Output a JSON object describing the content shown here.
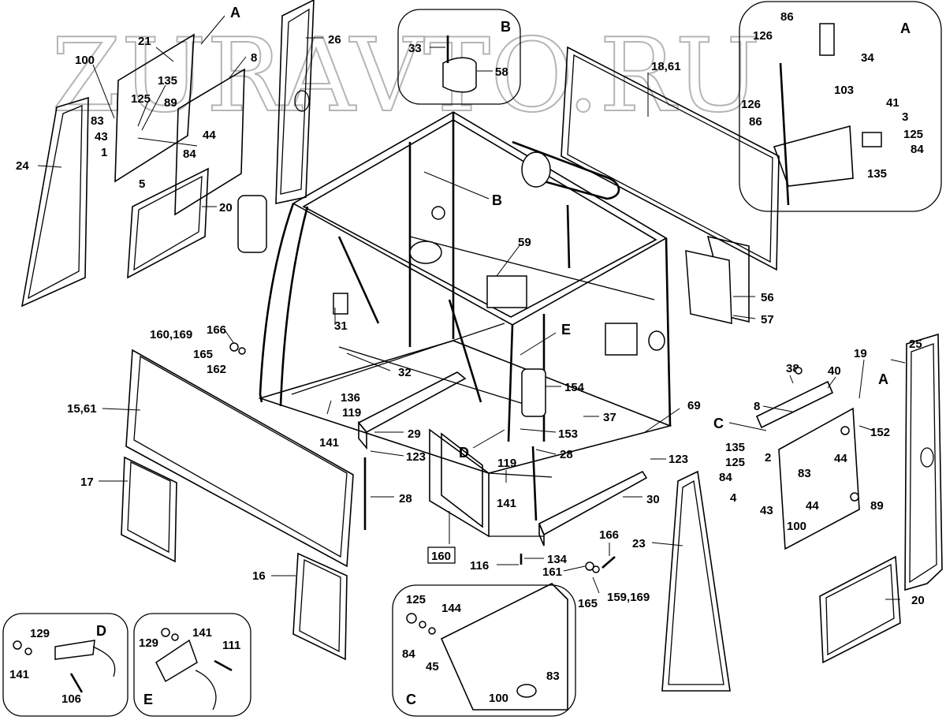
{
  "watermark": "ZURAVTO.RU",
  "insets": {
    "B": "B",
    "A": "A",
    "C": "C",
    "D": "D",
    "E": "E"
  },
  "labels": {
    "l_21": "21",
    "l_A_top": "A",
    "l_100": "100",
    "l_135": "135",
    "l_125": "125",
    "l_89": "89",
    "l_83": "83",
    "l_43": "43",
    "l_1": "1",
    "l_84": "84",
    "l_44": "44",
    "l_5": "5",
    "l_8": "8",
    "l_26": "26",
    "l_24": "24",
    "l_20": "20",
    "l_33": "33",
    "l_58": "58",
    "l_18_61": "18,61",
    "l_B_ref": "B",
    "l_A86a": "86",
    "l_A126a": "126",
    "l_A34": "34",
    "l_A103": "103",
    "l_A126b": "126",
    "l_A86b": "86",
    "l_A41": "41",
    "l_A3": "3",
    "l_A125": "125",
    "l_A84": "84",
    "l_A135": "135",
    "l_59": "59",
    "l_56": "56",
    "l_57": "57",
    "l_31": "31",
    "l_E_ref": "E",
    "l_160_169": "160,169",
    "l_166": "166",
    "l_165": "165",
    "l_162": "162",
    "l_32": "32",
    "l_154": "154",
    "l_37": "37",
    "l_69": "69",
    "l_15_61": "15,61",
    "l_136": "136",
    "l_119a": "119",
    "l_141a": "141",
    "l_29": "29",
    "l_123a": "123",
    "l_153": "153",
    "l_D_ref": "D",
    "l_28a": "28",
    "l_119b": "119",
    "l_141b": "141",
    "l_123b": "123",
    "l_30": "30",
    "l_28b": "28",
    "l_17": "17",
    "l_160": "160",
    "l_134": "134",
    "l_116": "116",
    "l_166b": "166",
    "l_161": "161",
    "l_165b": "165",
    "l_159_169": "159,169",
    "l_16": "16",
    "l_23": "23",
    "l_38": "38",
    "l_40": "40",
    "l_19": "19",
    "l_A_right": "A",
    "l_8b": "8",
    "l_C_ref": "C",
    "l_152": "152",
    "l_135b": "135",
    "l_2": "2",
    "l_125b": "125",
    "l_84b": "84",
    "l_83b": "83",
    "l_4": "4",
    "l_43b": "43",
    "l_44b": "44",
    "l_44c": "44",
    "l_100b": "100",
    "l_89b": "89",
    "l_25": "25",
    "l_20b": "20",
    "l_C125": "125",
    "l_C144": "144",
    "l_C84": "84",
    "l_C45": "45",
    "l_C83": "83",
    "l_C100": "100",
    "l_D129": "129",
    "l_D141": "141",
    "l_D106": "106",
    "l_E129": "129",
    "l_E141": "141",
    "l_E111": "111"
  }
}
